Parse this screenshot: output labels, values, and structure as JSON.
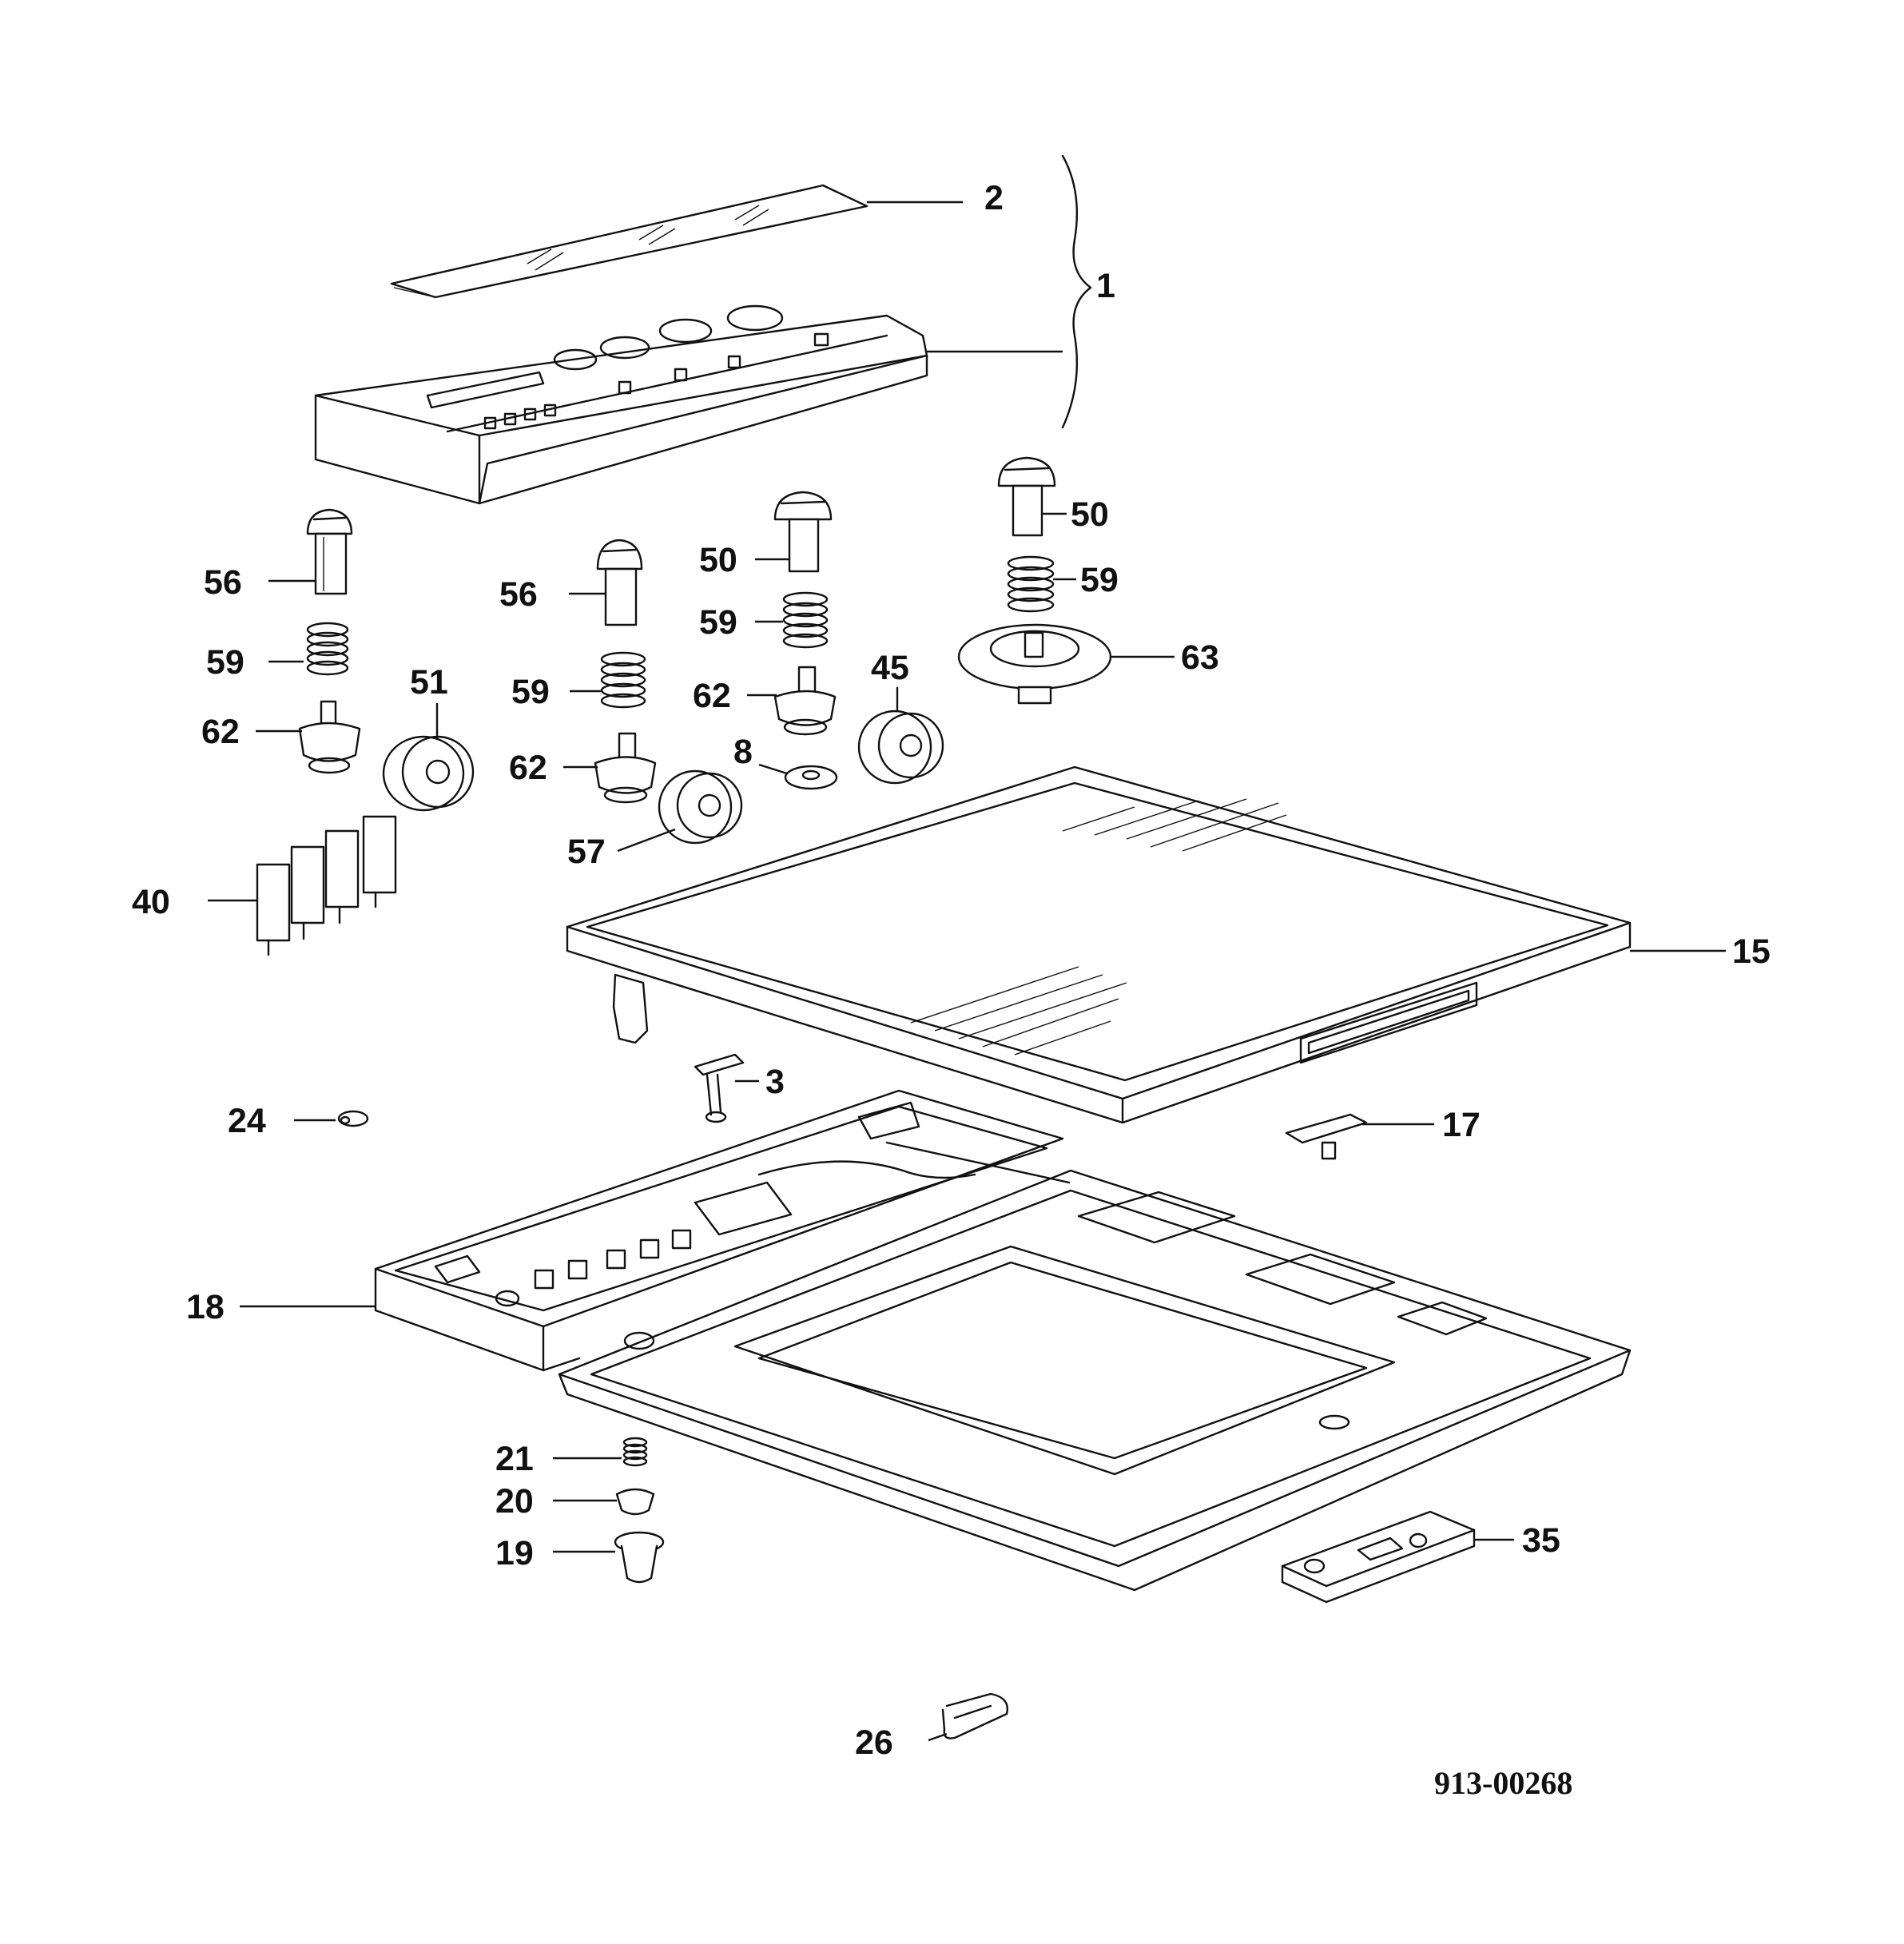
{
  "callouts": {
    "c1": "1",
    "c2": "2",
    "c3": "3",
    "c8": "8",
    "c15": "15",
    "c17": "17",
    "c18": "18",
    "c19": "19",
    "c20": "20",
    "c21": "21",
    "c24": "24",
    "c26": "26",
    "c35": "35",
    "c40": "40",
    "c45": "45",
    "c50a": "50",
    "c50b": "50",
    "c51": "51",
    "c56a": "56",
    "c56b": "56",
    "c57": "57",
    "c59a": "59",
    "c59b": "59",
    "c59c": "59",
    "c62a": "62",
    "c62b": "62",
    "c62c": "62",
    "c63": "63"
  },
  "document_number": "913-00268"
}
